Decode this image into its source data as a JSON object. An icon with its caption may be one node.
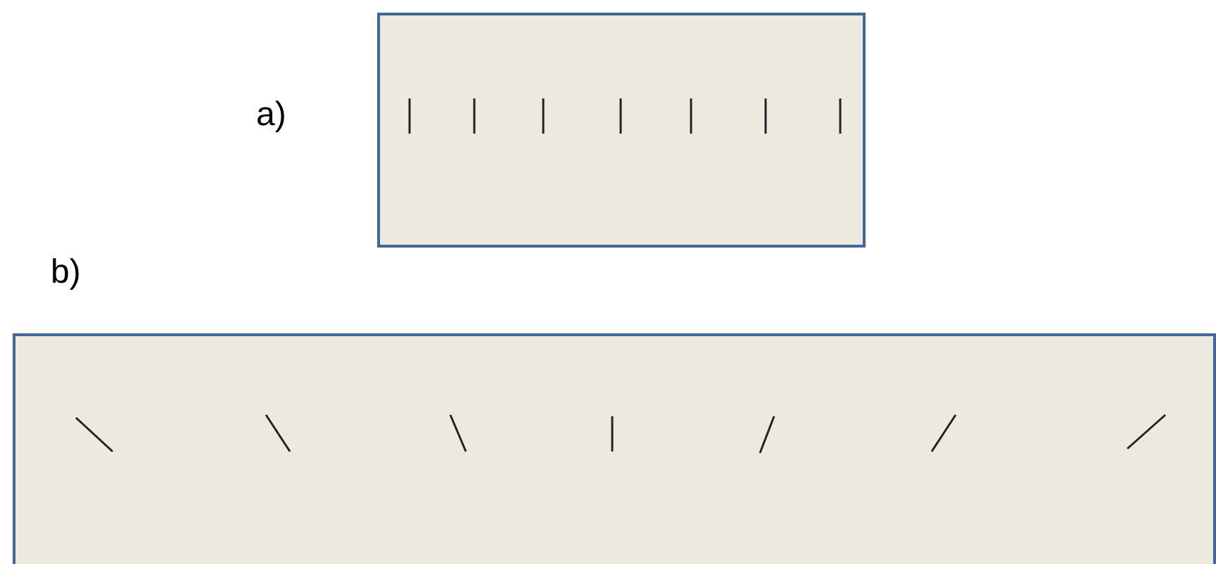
{
  "diagram": {
    "nodes": [
      {
        "text": [],
        "shape": "box",
        "beside": [
          "a)"
        ]
      },
      {
        "text": [],
        "shape": "box",
        "beside": [
          "b)"
        ]
      }
    ]
  }
}
